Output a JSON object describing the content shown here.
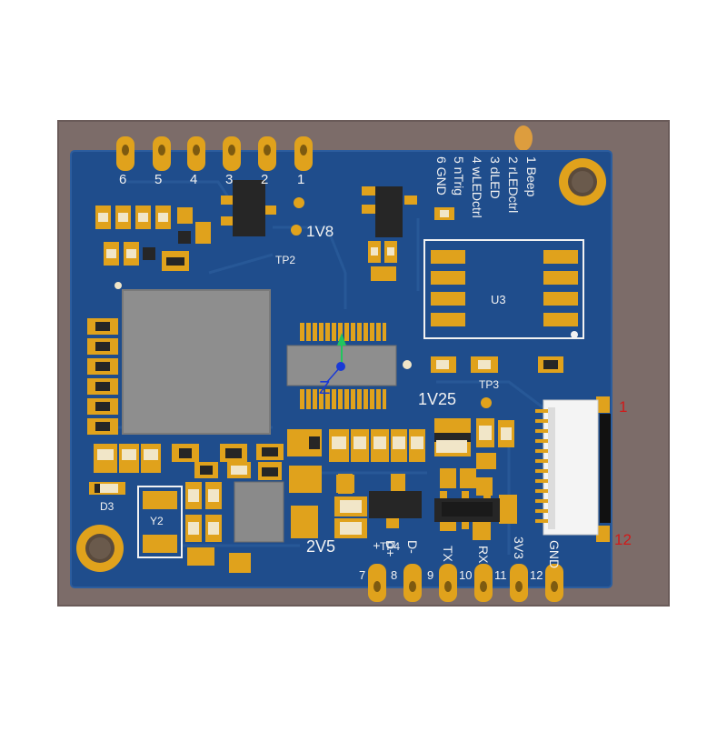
{
  "board": {
    "top_pins": [
      "6",
      "5",
      "4",
      "3",
      "2",
      "1"
    ],
    "top_pin_functions": [
      "6 GND",
      "5 nTrig",
      "4 wLEDctrl",
      "3 dLED",
      "2 rLEDctrl",
      "1 Beep"
    ],
    "bottom_pin_numbers": [
      "7",
      "8",
      "9",
      "10",
      "11",
      "12"
    ],
    "bottom_pin_labels": [
      "+",
      "D+",
      "D-",
      "TX",
      "RX",
      "3V3",
      "GND"
    ],
    "silkscreen": {
      "v18": "1V8",
      "tp2": "TP2",
      "u3": "U3",
      "tp3": "TP3",
      "v125": "1V25",
      "d3": "D3",
      "y2": "Y2",
      "v25": "2V5",
      "tp4": "TP4",
      "z_axis": "Z"
    },
    "connector_pin_first": "1",
    "connector_pin_last": "12"
  },
  "colors": {
    "pcb": "#1f4d8c",
    "pad_gold": "#e0a21c",
    "silkscreen": "#f2f2f2",
    "callout_red": "#d11a1a",
    "background_frame": "#7c6c69"
  }
}
